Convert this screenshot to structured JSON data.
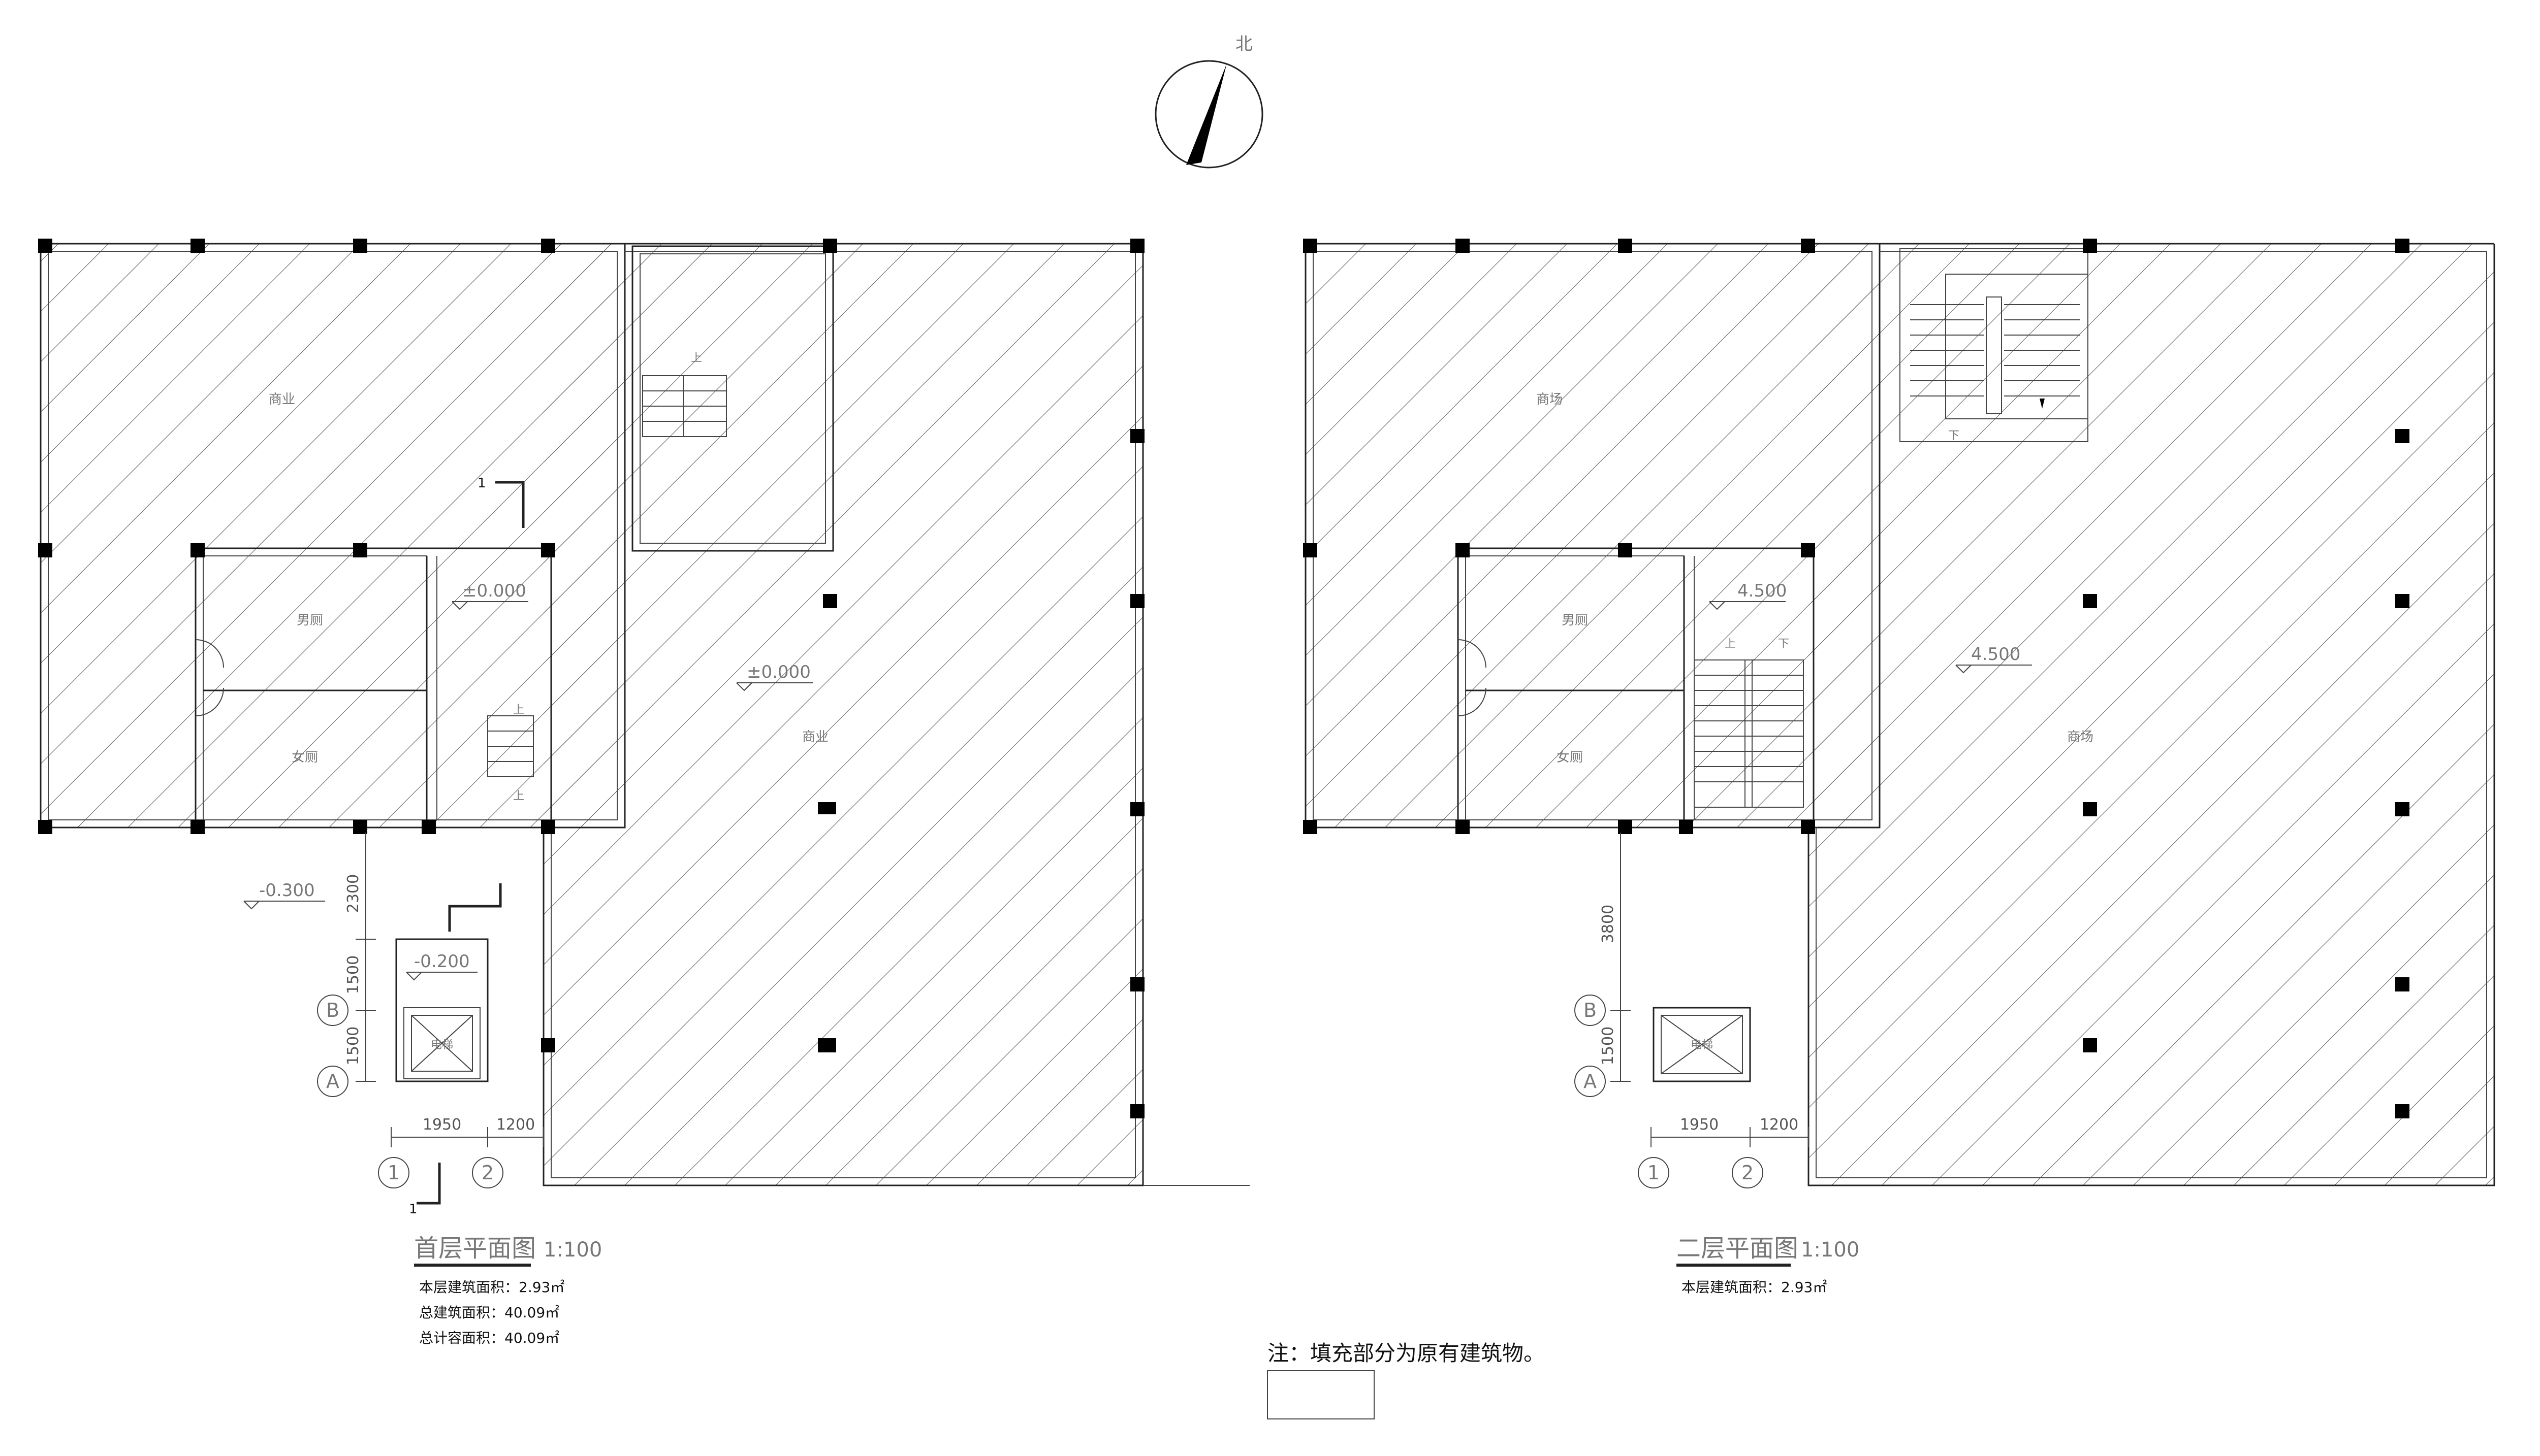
{
  "north_label": "北",
  "plan1": {
    "title": "首层平面图",
    "scale": "1:100",
    "info": [
      "本层建筑面积：2.93㎡",
      "总建筑面积：40.09㎡",
      "总计容面积：40.09㎡"
    ],
    "rooms": {
      "shop_a": "商业",
      "shop_b": "商业",
      "male_wc": "男厕",
      "female_wc": "女厕",
      "elevator": "电梯",
      "stair_up_1": "上",
      "stair_up_2": "上",
      "stair_up_3": "上"
    },
    "levels": {
      "l1": "±0.000",
      "l2": "±0.000",
      "l3": "-0.300",
      "l4": "-0.200"
    },
    "dims": {
      "v1": "2300",
      "v2": "1500",
      "v3": "1500",
      "h1": "1950",
      "h2": "1200"
    },
    "axes": {
      "b": "B",
      "a": "A",
      "one": "1",
      "two": "2"
    },
    "section_marks": {
      "top": "1",
      "bottom": "1"
    }
  },
  "plan2": {
    "title": "二层平面图",
    "scale": "1:100",
    "info": [
      "本层建筑面积：2.93㎡"
    ],
    "rooms": {
      "shop_a": "商场",
      "shop_b": "商场",
      "male_wc": "男厕",
      "female_wc": "女厕",
      "elevator": "电梯",
      "stair_down_1": "下",
      "stair_up": "上",
      "stair_down_2": "下"
    },
    "levels": {
      "l1": "4.500",
      "l2": "4.500"
    },
    "dims": {
      "v1": "3800",
      "v2": "1500",
      "h1": "1950",
      "h2": "1200"
    },
    "axes": {
      "b": "B",
      "a": "A",
      "one": "1",
      "two": "2"
    }
  },
  "note": {
    "text": "注：填充部分为原有建筑物。"
  }
}
